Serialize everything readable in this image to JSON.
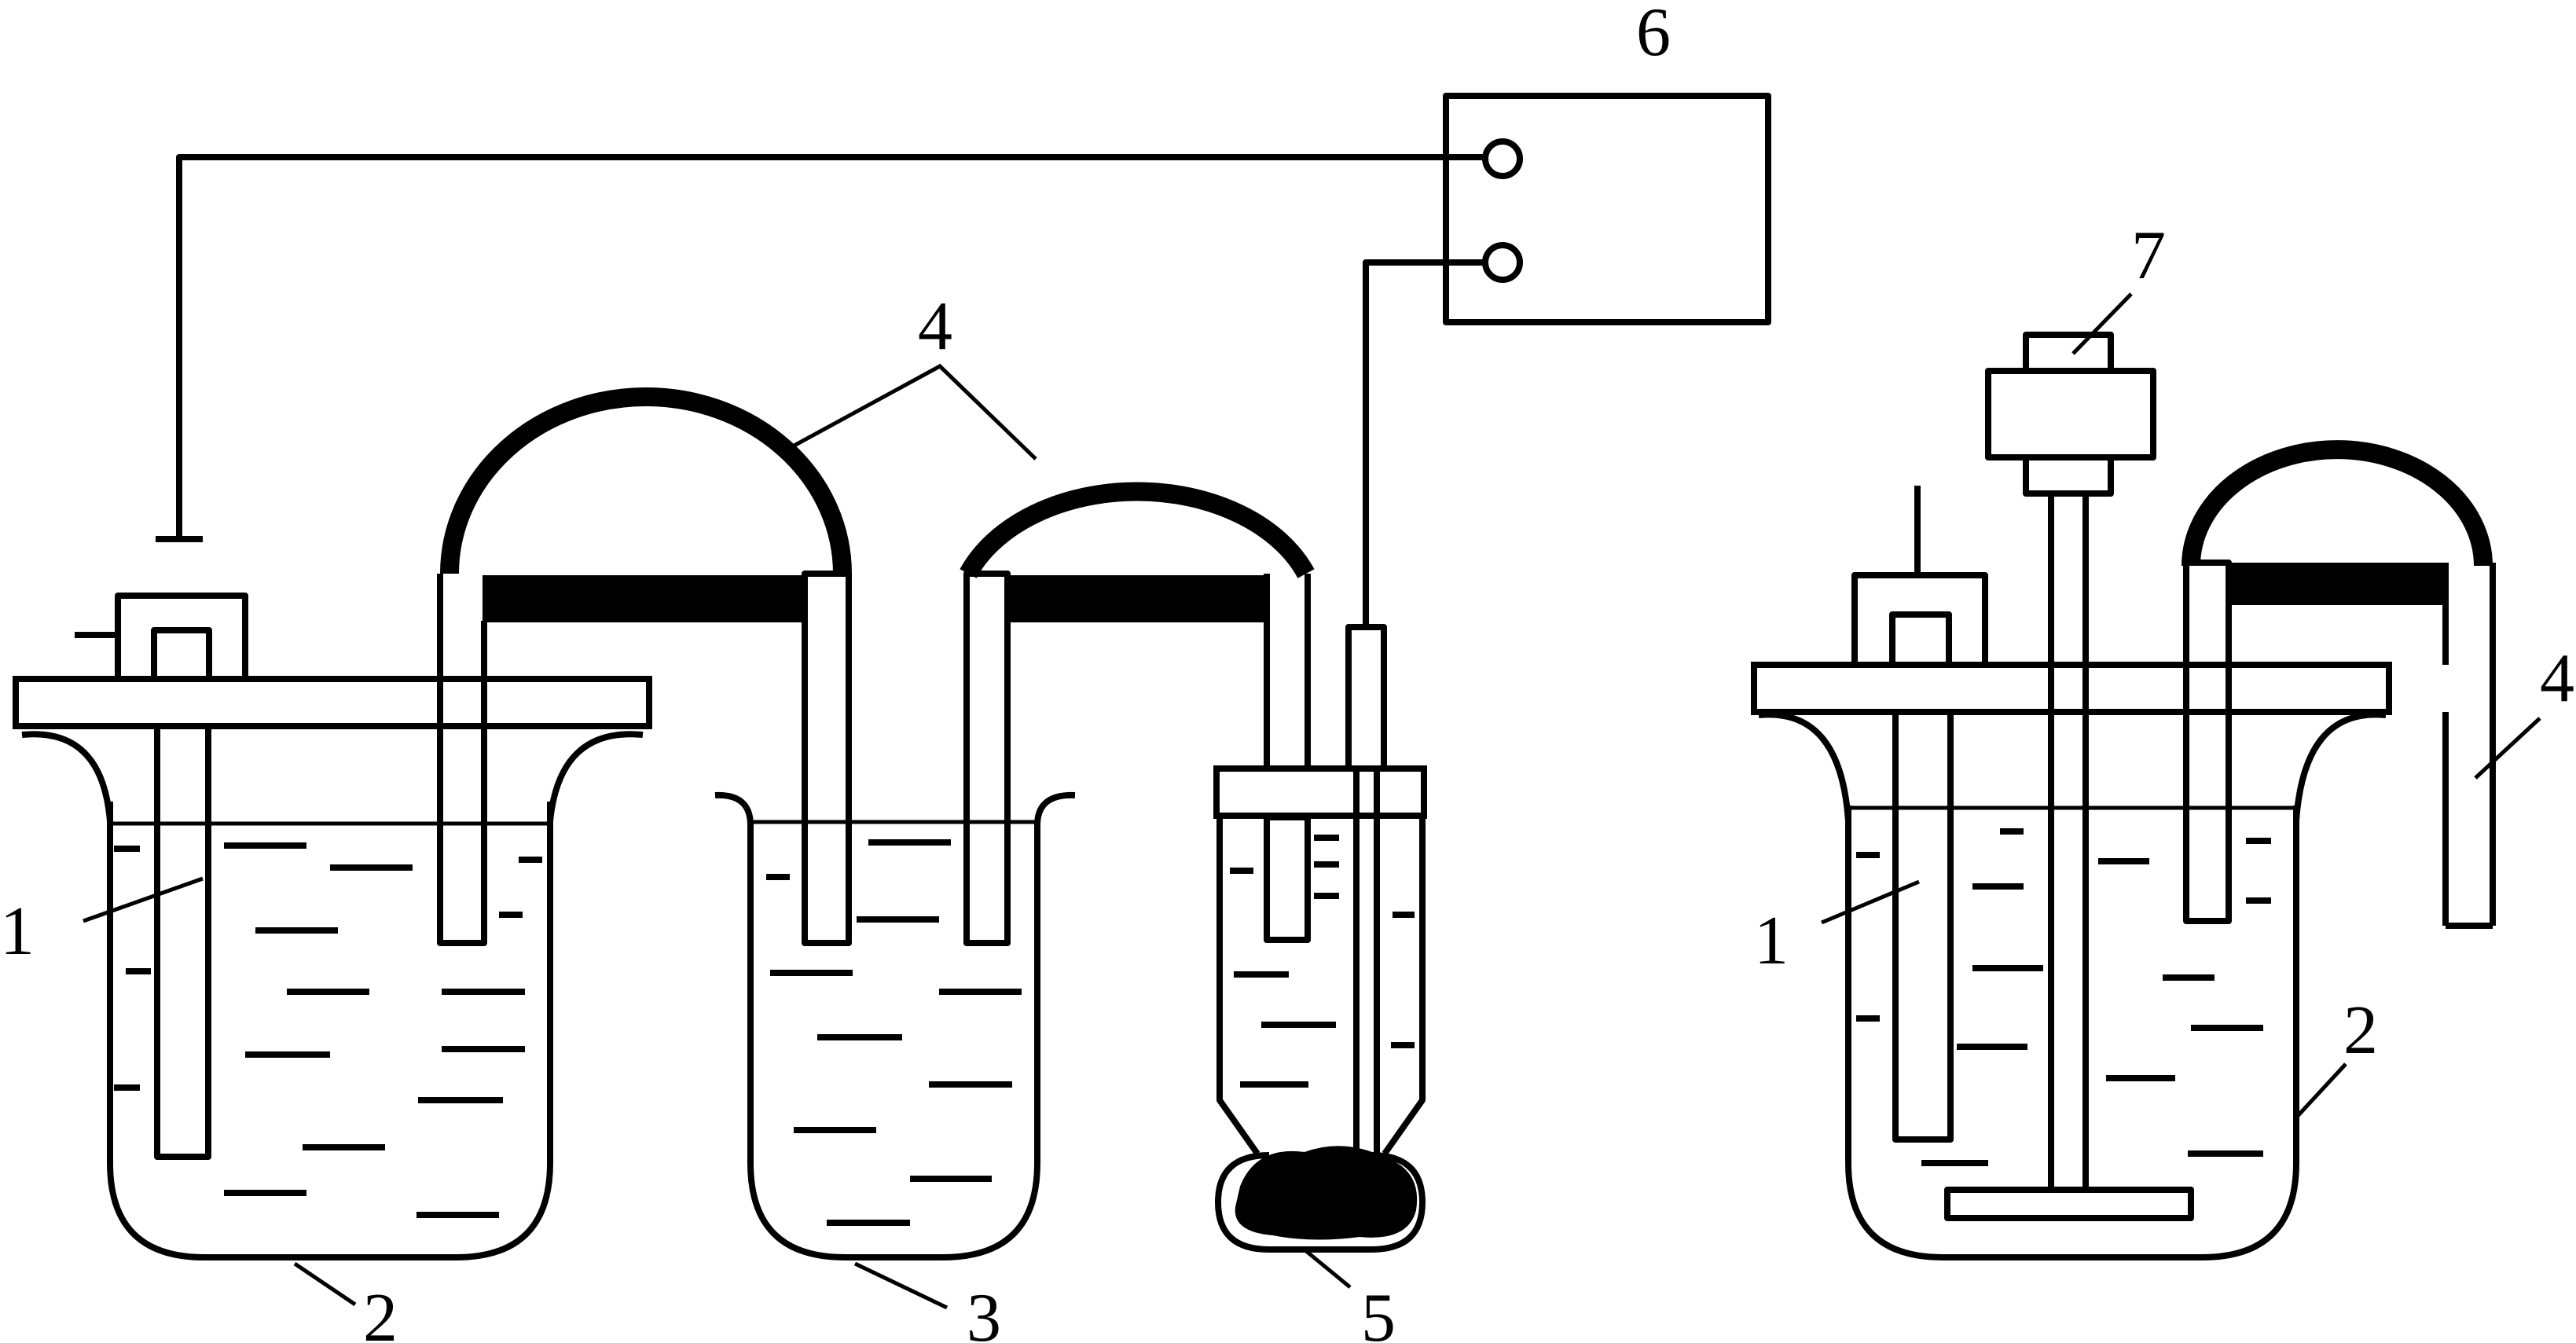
{
  "labels": {
    "left": {
      "vessel_1": "1",
      "vessel_2": "2",
      "vessel_3": "3",
      "bridges": "4",
      "sample": "5",
      "meter": "6"
    },
    "right": {
      "part_1": "1",
      "part_2": "2",
      "bridge": "4",
      "stirrer": "7"
    }
  },
  "colors": {
    "line": "#000000",
    "background": "#ffffff"
  }
}
